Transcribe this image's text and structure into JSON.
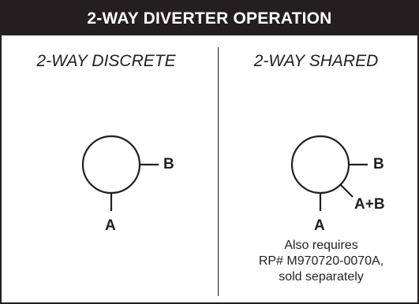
{
  "header": {
    "title": "2-WAY DIVERTER OPERATION"
  },
  "panels": [
    {
      "title": "2-WAY DISCRETE",
      "ports": [
        "B",
        "A"
      ]
    },
    {
      "title": "2-WAY SHARED",
      "ports": [
        "B",
        "A+B",
        "A"
      ],
      "note": [
        "Also requires",
        "RP# M970720-0070A,",
        "sold separately"
      ]
    }
  ],
  "colors": {
    "ink": "#231f20",
    "background": "#ffffff"
  }
}
